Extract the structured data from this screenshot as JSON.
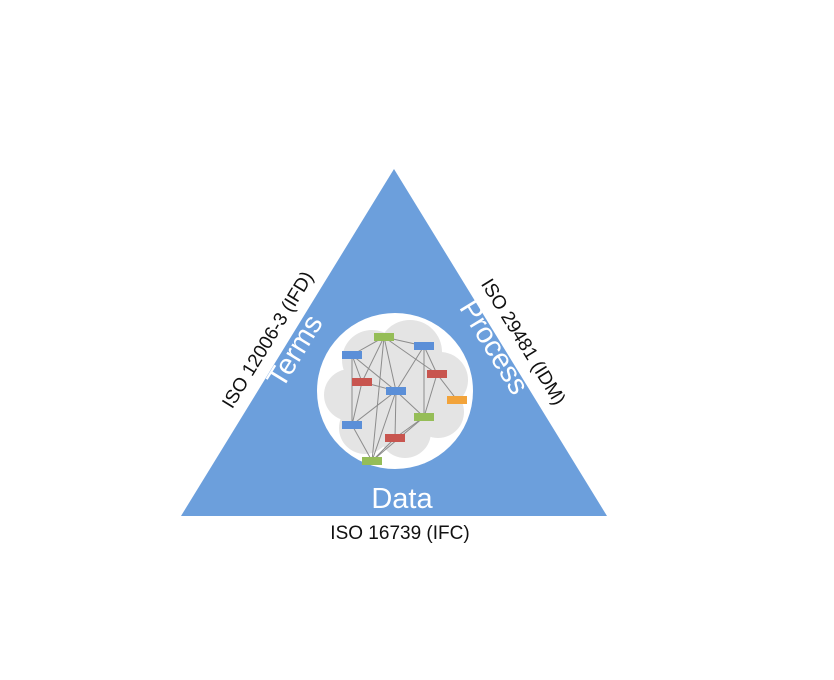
{
  "diagram": {
    "sides": {
      "left": {
        "label": "Terms",
        "standard": "ISO 12006-3 (IFD)"
      },
      "right": {
        "label": "Process",
        "standard": "ISO 29481 (IDM)"
      },
      "bottom": {
        "label": "Data",
        "standard": "ISO 16739 (IFC)"
      }
    },
    "colors": {
      "triangle_fill": "#6c9fdc",
      "circle_fill": "#ffffff",
      "cloud_fill": "#e4e4e4",
      "node_blue": "#5b8fd8",
      "node_red": "#c8554f",
      "node_green": "#95bd57",
      "node_orange": "#f2a33a",
      "edge_color": "#8c8c8c"
    }
  }
}
